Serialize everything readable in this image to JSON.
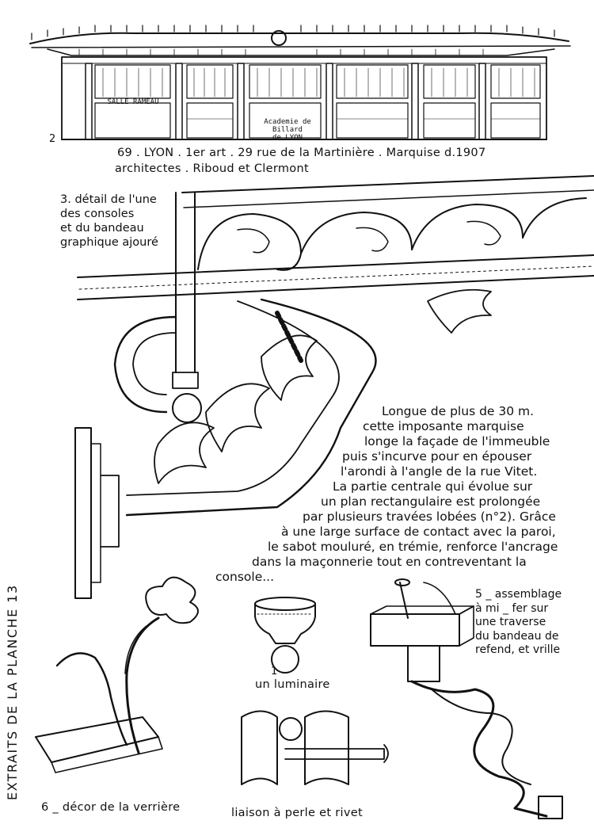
{
  "figure2": {
    "number": "2",
    "sign_left": "SALLE RAMEAU",
    "sign_center_line1": "Academie de Billard",
    "sign_center_line2": "de LYON"
  },
  "caption": {
    "line1": "69 . LYON . 1er art . 29 rue de la Martinière . Marquise d.1907",
    "line2": "architectes . Riboud et Clermont"
  },
  "label3": [
    "3. détail de l'une",
    "des consoles",
    "et du bandeau",
    "graphique ajouré"
  ],
  "side_title": "EXTRAITS DE LA PLANCHE 13",
  "paragraph": [
    "Longue de plus de 30 m.",
    "cette imposante marquise",
    "longe la façade de l'immeuble",
    "puis s'incurve pour en épouser",
    "l'arondi à l'angle de la rue Vitet.",
    "La partie centrale qui évolue sur",
    "un plan rectangulaire est prolongée",
    "par plusieurs travées lobées (n°2). Grâce",
    "à une large surface de contact avec la paroi,",
    "le sabot mouluré, en trémie, renforce l'ancrage",
    "dans la maçonnerie tout en contreventant la",
    "console..."
  ],
  "label1": {
    "number": "1",
    "text": "un luminaire"
  },
  "label5": [
    "5 _ assemblage",
    "à mi _ fer sur",
    "une traverse",
    "du bandeau de",
    "refend, et vrille"
  ],
  "label6": "6 _ décor de la verrière",
  "label_liaison": "liaison à perle et rivet",
  "colors": {
    "ink": "#111111",
    "paper": "#ffffff"
  }
}
